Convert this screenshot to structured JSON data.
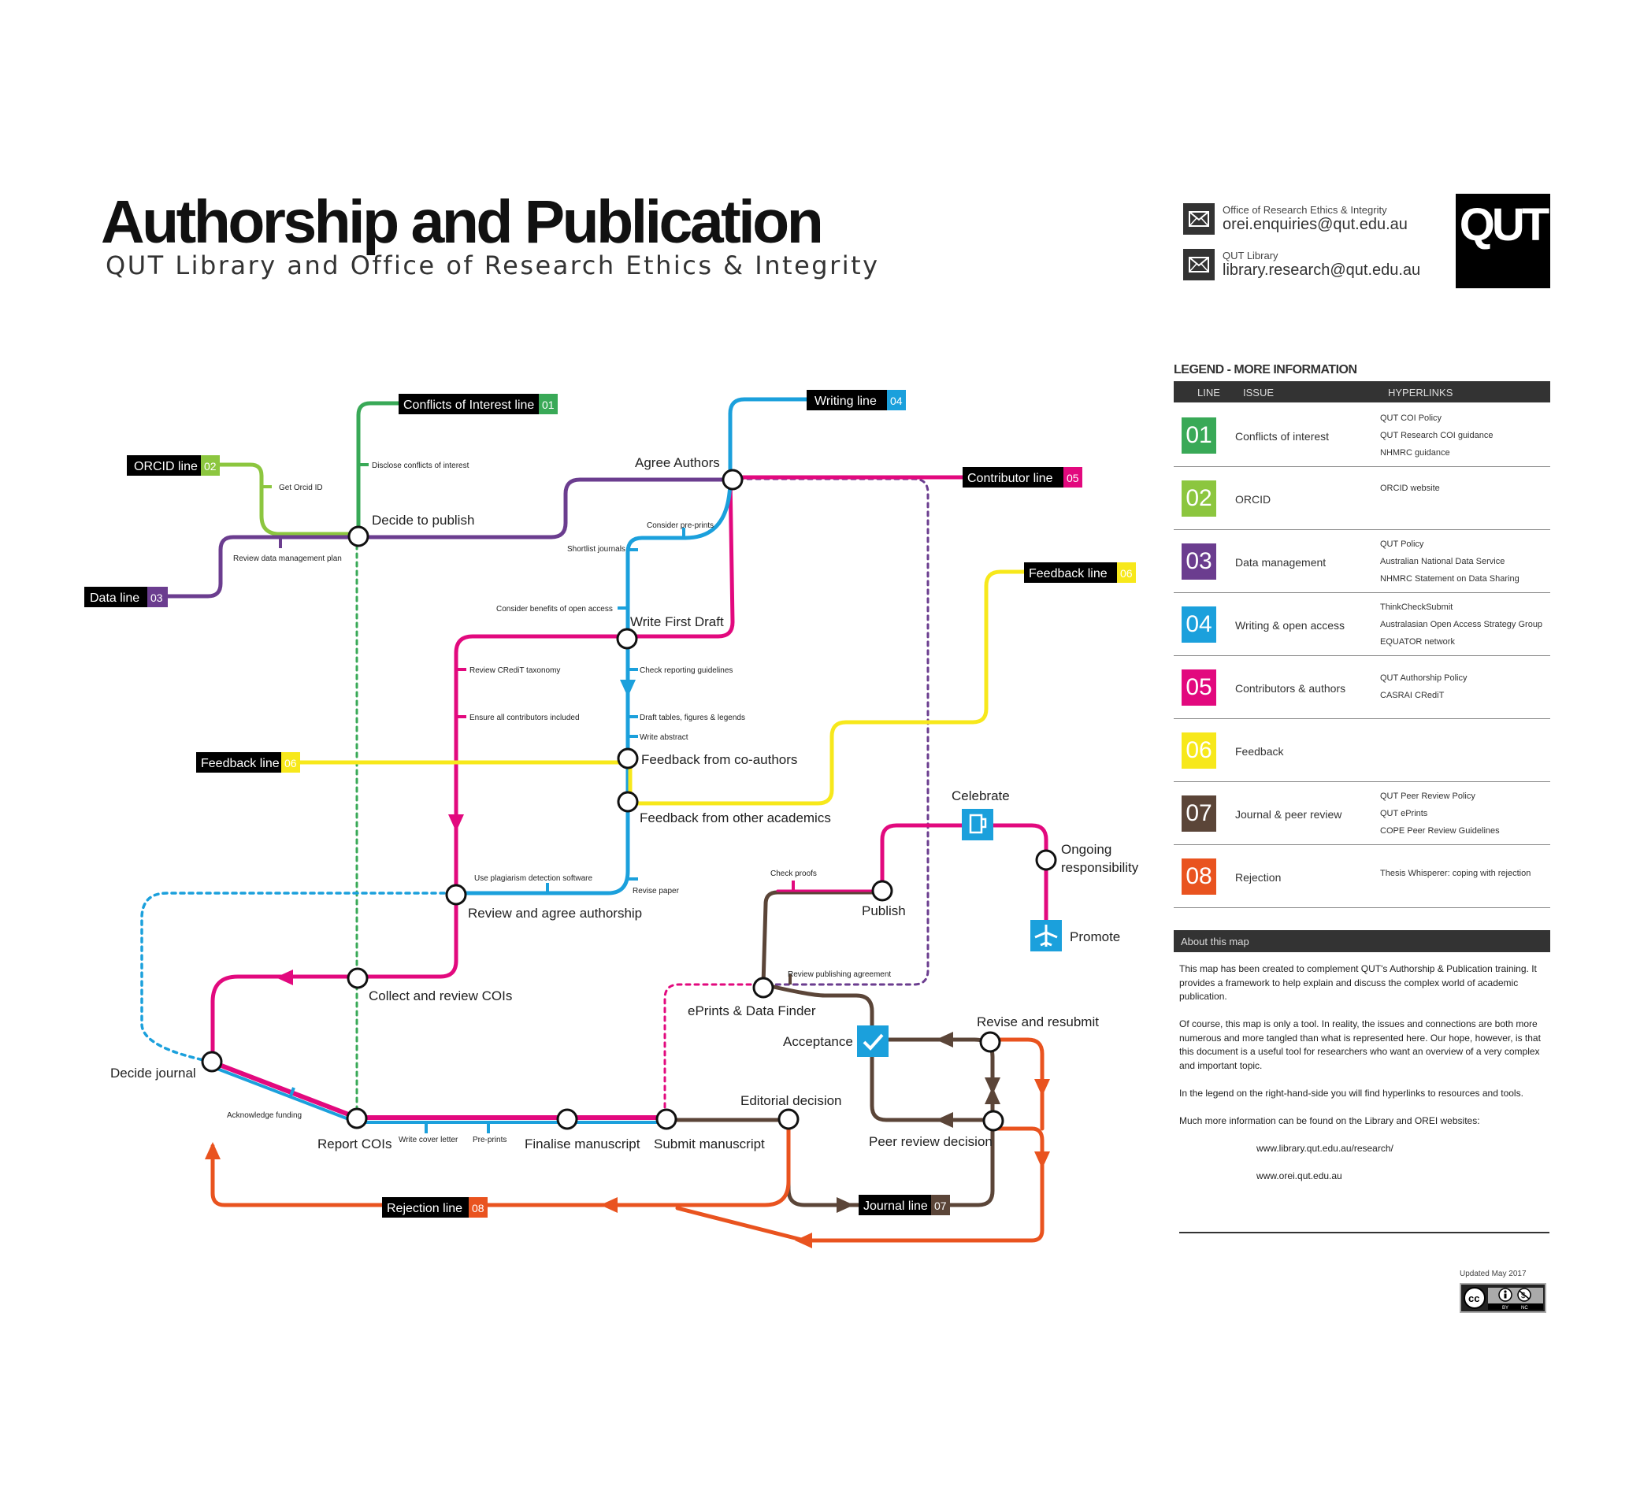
{
  "header": {
    "title": "Authorship and Publication",
    "subtitle": "QUT Library and Office of Research Ethics & Integrity",
    "contacts": [
      {
        "org": "Office of Research Ethics & Integrity",
        "email": "orei.enquiries@qut.edu.au",
        "icon": "mail-icon"
      },
      {
        "org": "QUT Library",
        "email": "library.research@qut.edu.au",
        "icon": "mail-icon"
      }
    ],
    "logo": "QUT"
  },
  "colors": {
    "line01": "#39a957",
    "line02": "#8cc63f",
    "line03": "#6b3d8f",
    "line04": "#1ba0dc",
    "line05": "#e2097e",
    "line06": "#f7e81b",
    "line07": "#5b4538",
    "line08": "#e9531f"
  },
  "lines": {
    "l01": {
      "name": "Conflicts of Interest line",
      "num": "01"
    },
    "l02": {
      "name": "ORCID line",
      "num": "02"
    },
    "l03": {
      "name": "Data line",
      "num": "03"
    },
    "l04": {
      "name": "Writing line",
      "num": "04"
    },
    "l05": {
      "name": "Contributor line",
      "num": "05"
    },
    "l06a": {
      "name": "Feedback line",
      "num": "06"
    },
    "l06b": {
      "name": "Feedback line",
      "num": "06"
    },
    "l07": {
      "name": "Journal line",
      "num": "07"
    },
    "l08": {
      "name": "Rejection line",
      "num": "08"
    }
  },
  "stations": {
    "decide_publish": "Decide to publish",
    "agree_authors": "Agree Authors",
    "write_draft": "Write First Draft",
    "fb_coauthors": "Feedback from co-authors",
    "fb_academics": "Feedback from other academics",
    "review_authorship": "Review and agree authorship",
    "collect_cois": "Collect and review COIs",
    "decide_journal": "Decide journal",
    "report_cois": "Report COIs",
    "finalise": "Finalise manuscript",
    "submit": "Submit manuscript",
    "editorial": "Editorial decision",
    "eprints": "ePrints & Data Finder",
    "acceptance": "Acceptance",
    "revise_resubmit": "Revise and resubmit",
    "peer_review": "Peer review decision",
    "publish": "Publish",
    "celebrate": "Celebrate",
    "ongoing1": "Ongoing",
    "ongoing2": "responsibility",
    "promote": "Promote"
  },
  "steps": {
    "disclose": "Disclose conflicts of interest",
    "get_orcid": "Get Orcid ID",
    "review_dmp": "Review data management plan",
    "pre_prints": "Consider pre-prints",
    "shortlist": "Shortlist journals",
    "open_access": "Consider benefits of open access",
    "credit": "Review CRediT taxonomy",
    "reporting": "Check reporting guidelines",
    "all_contrib": "Ensure all contributors included",
    "tables": "Draft tables, figures & legends",
    "abstract": "Write abstract",
    "plagiarism": "Use plagiarism detection software",
    "revise_paper": "Revise paper",
    "check_proofs": "Check proofs",
    "pub_agreement": "Review publishing agreement",
    "ack_funding": "Acknowledge funding",
    "cover_letter": "Write cover letter",
    "pre_prints2": "Pre-prints"
  },
  "legend": {
    "title": "LEGEND - MORE INFORMATION",
    "headers": [
      "LINE",
      "ISSUE",
      "HYPERLINKS"
    ],
    "rows": [
      {
        "num": "01",
        "issue": "Conflicts of interest",
        "links": [
          "QUT COI Policy",
          "QUT Research COI guidance",
          "NHMRC guidance"
        ]
      },
      {
        "num": "02",
        "issue": "ORCID",
        "links": [
          "ORCID website"
        ]
      },
      {
        "num": "03",
        "issue": "Data management",
        "links": [
          "QUT Policy",
          "Australian National Data Service",
          "NHMRC Statement on Data Sharing"
        ]
      },
      {
        "num": "04",
        "issue": "Writing & open access",
        "links": [
          "ThinkCheckSubmit",
          "Australasian Open Access Strategy Group",
          "EQUATOR network"
        ]
      },
      {
        "num": "05",
        "issue": "Contributors & authors",
        "links": [
          "QUT Authorship Policy",
          "CASRAI CRediT"
        ]
      },
      {
        "num": "06",
        "issue": "Feedback",
        "links": []
      },
      {
        "num": "07",
        "issue": "Journal & peer review",
        "links": [
          "QUT Peer Review Policy",
          "QUT ePrints",
          "COPE Peer Review Guidelines"
        ]
      },
      {
        "num": "08",
        "issue": "Rejection",
        "links": [
          "Thesis Whisperer: coping with rejection"
        ]
      }
    ]
  },
  "about": {
    "title": "About this map",
    "p1": "This map has been created to complement QUT's Authorship & Publication training. It provides a framework to help explain and discuss the complex world of academic publication.",
    "p2": "Of course, this map is only a tool. In reality, the issues and connections are both more numerous and more tangled than what is represented here. Our hope, however, is that this document is a useful tool for researchers who want an overview of a very complex and important topic.",
    "p3": "In the legend on the right-hand-side you will find hyperlinks to resources and tools.",
    "p4": "Much more information can be found on the Library and OREI websites:",
    "url1": "www.library.qut.edu.au/research/",
    "url2": "www.orei.qut.edu.au"
  },
  "footer": {
    "updated": "Updated May 2017",
    "license": "CC BY NC",
    "cc": "cc",
    "by": "BY",
    "nc": "NC"
  }
}
